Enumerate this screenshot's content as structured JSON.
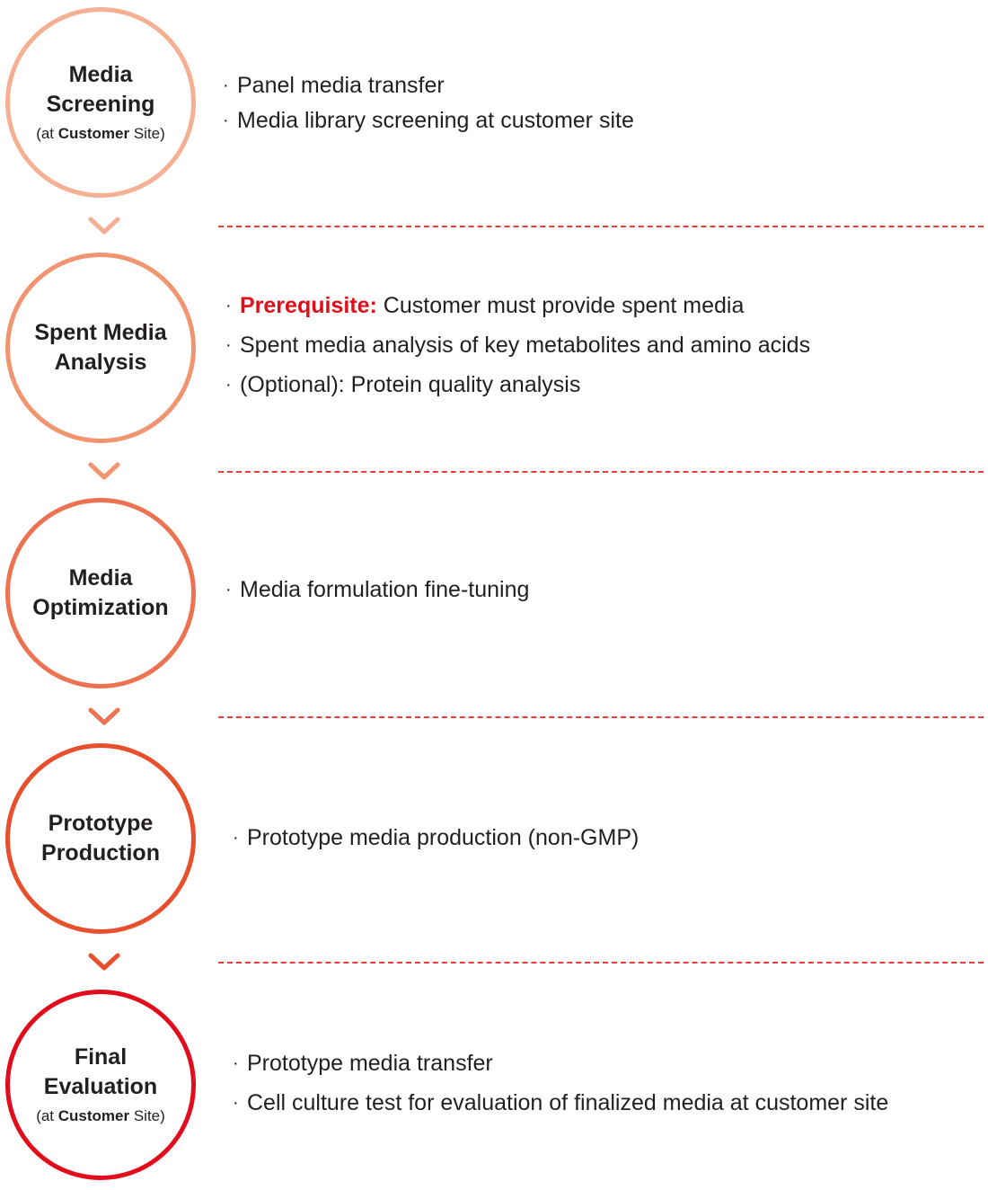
{
  "steps": [
    {
      "title": "Media\nScreening",
      "subtitle_pre": "(at ",
      "subtitle_bold": "Customer",
      "subtitle_post": " Site)",
      "color": "#f5b093",
      "bullets": [
        "Panel media transfer",
        "Media library screening at customer site"
      ]
    },
    {
      "title": "Spent Media\nAnalysis",
      "color": "#f09570",
      "prereq_label": "Prerequisite:",
      "prereq_text": " Customer must provide spent media",
      "bullets": [
        "Spent media analysis of key metabolites and amino acids",
        "(Optional): Protein quality analysis"
      ]
    },
    {
      "title": "Media\nOptimization",
      "color": "#ec7252",
      "bullets": [
        "Media formulation fine-tuning"
      ]
    },
    {
      "title": "Prototype\nProduction",
      "color": "#e8502d",
      "bullets": [
        "Prototype media production (non-GMP)"
      ]
    },
    {
      "title": "Final\nEvaluation",
      "subtitle_pre": "(at ",
      "subtitle_bold": "Customer",
      "subtitle_post": " Site)",
      "color": "#e20d1c",
      "bullets": [
        "Prototype media transfer",
        "Cell culture test for evaluation of finalized media at customer site"
      ]
    }
  ],
  "bullet_mark": "·",
  "colors": {
    "divider": "#ef3a3a",
    "prerequisite": "#e10e1a",
    "text": "#231f20"
  },
  "chevron_colors": [
    "#f5b093",
    "#f09570",
    "#ec7252",
    "#e8502d"
  ]
}
